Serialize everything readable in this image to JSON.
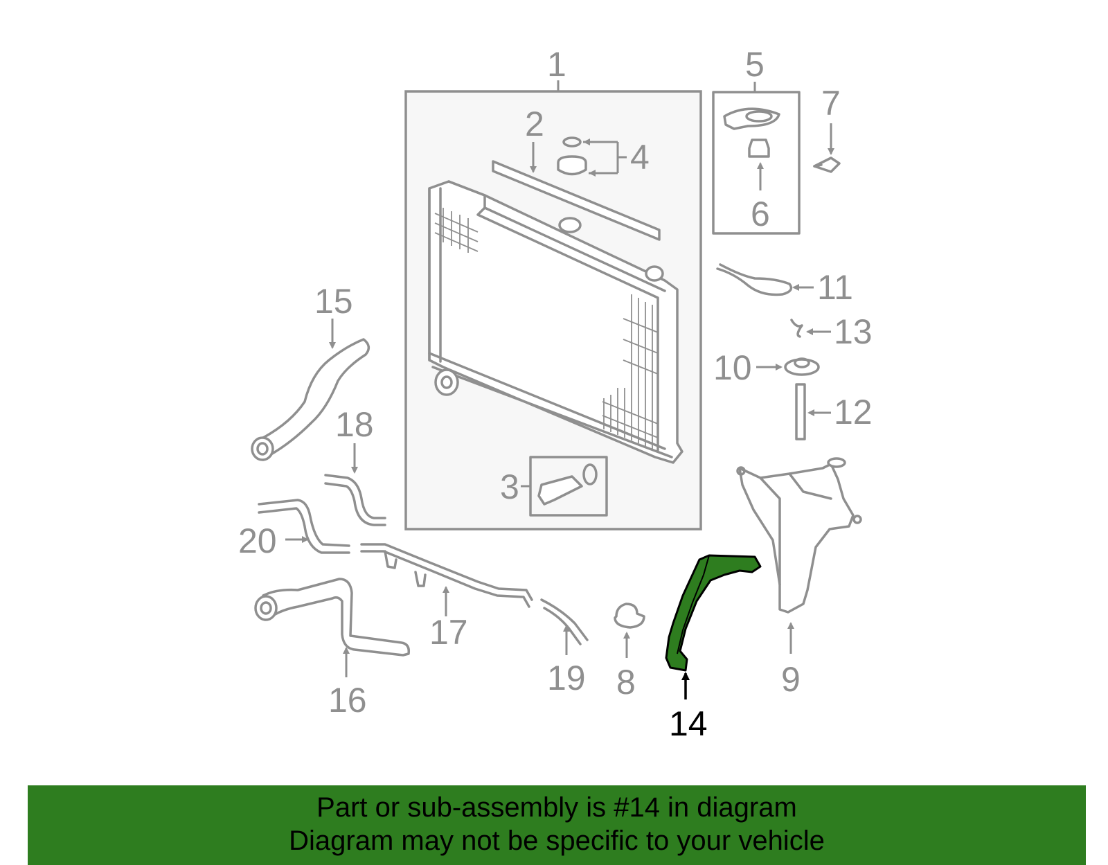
{
  "callouts": {
    "c1": "1",
    "c2": "2",
    "c3": "3",
    "c4": "4",
    "c5": "5",
    "c6": "6",
    "c7": "7",
    "c8": "8",
    "c9": "9",
    "c10": "10",
    "c11": "11",
    "c12": "12",
    "c13": "13",
    "c14": "14",
    "c15": "15",
    "c16": "16",
    "c17": "17",
    "c18": "18",
    "c19": "19",
    "c20": "20"
  },
  "highlighted_part": "14",
  "colors": {
    "highlight": "#2e7d1f",
    "outline": "#8f8f8f",
    "banner": "#2e7d1f"
  },
  "banner": {
    "line1": "Part or sub-assembly is #14 in diagram",
    "line2": "Diagram may not be specific to your vehicle"
  }
}
